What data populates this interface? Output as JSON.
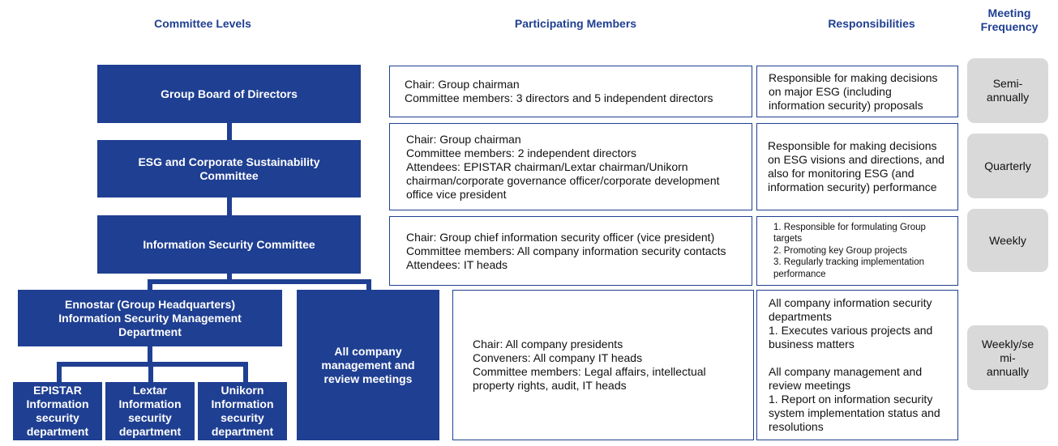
{
  "headers": {
    "levels": "Committee Levels",
    "members": "Participating Members",
    "responsibilities": "Responsibilities",
    "frequency": "Meeting\nFrequency"
  },
  "levels": {
    "board": "Group Board of Directors",
    "esg": "ESG and Corporate Sustainability\nCommittee",
    "infosec": "Information Security Committee",
    "ennostar": "Ennostar (Group Headquarters)\nInformation Security Management\nDepartment",
    "all_company": "All company\nmanagement and\nreview meetings",
    "epistar": "EPISTAR\nInformation\nsecurity\ndepartment",
    "lextar": "Lextar\nInformation\nsecurity\ndepartment",
    "unikorn": "Unikorn\nInformation\nsecurity\ndepartment"
  },
  "members": {
    "board": [
      "Chair: Group chairman",
      "Committee members: 3 directors and 5 independent directors"
    ],
    "esg": [
      "Chair: Group chairman",
      "Committee members: 2 independent directors",
      "Attendees: EPISTAR chairman/Lextar chairman/Unikorn chairman/corporate governance officer/corporate development office vice president"
    ],
    "infosec": [
      "Chair: Group chief information security officer (vice president)",
      "Committee members: All company information security contacts",
      "Attendees: IT heads"
    ],
    "all_company": [
      "Chair: All company presidents",
      "Conveners: All company IT heads",
      "Committee members: Legal affairs, intellectual property rights, audit, IT heads"
    ]
  },
  "responsibilities": {
    "board": "Responsible for making decisions on major ESG (including information security) proposals",
    "esg": "Responsible for making decisions on ESG visions and directions, and also for monitoring ESG (and information security) performance",
    "infosec": [
      "1. Responsible for formulating Group targets",
      "2. Promoting key Group projects",
      "3. Regularly tracking implementation performance"
    ],
    "bottom_part1": [
      "All company information security departments",
      "1. Executes various projects and business matters"
    ],
    "bottom_part2": [
      "All company management and review meetings",
      "1. Report on information security system implementation status and resolutions"
    ]
  },
  "frequency": {
    "board": "Semi-\nannually",
    "esg": "Quarterly",
    "infosec": "Weekly",
    "bottom": "Weekly/se\nmi-\nannually"
  },
  "colors": {
    "primary": "#1f3f92",
    "gray": "#d9d9d9"
  }
}
